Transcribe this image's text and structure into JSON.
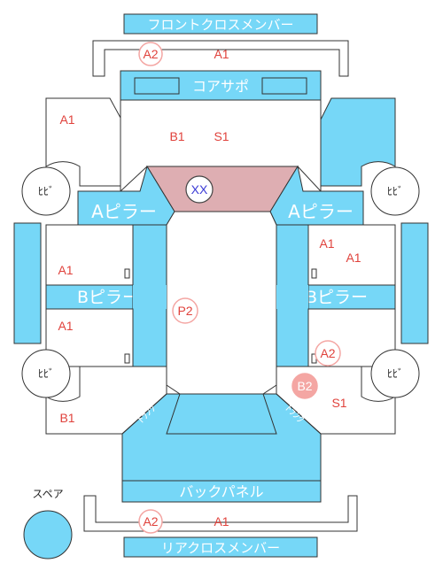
{
  "parts": {
    "front_cross_member": "フロントクロスメンバー",
    "core_support": "コアサポ",
    "a_pillar_left": "Aピラー",
    "a_pillar_right": "Aピラー",
    "b_pillar_left": "Bピラー",
    "b_pillar_right": "Bピラー",
    "back_panel": "バックパネル",
    "rear_cross_member": "リアクロスメンバー",
    "trunk_left": "ﾄﾗﾝｸ",
    "trunk_right": "ﾄﾗﾝｸ",
    "spare": "スペア",
    "roof_marker": "XX"
  },
  "wheels": {
    "front_left": "ﾋﾋﾞ",
    "front_right": "ﾋﾋﾞ",
    "rear_left": "ﾋﾋﾞ",
    "rear_right": "ﾋﾋﾞ"
  },
  "codes": {
    "front_a2": "A2",
    "front_a1": "A1",
    "hood_left_a1": "A1",
    "hood_b1": "B1",
    "hood_s1": "S1",
    "left_door_front_a1": "A1",
    "left_door_rear_a1": "A1",
    "right_door_a1_upper": "A1",
    "right_door_a1_lower": "A1",
    "center_p2": "P2",
    "right_door_rear_a2": "A2",
    "right_rear_b2": "B2",
    "right_rear_s1": "S1",
    "left_rear_b1": "B1",
    "rear_a2": "A2",
    "rear_a1": "A1"
  },
  "colors": {
    "panel_fill": "#76d7f7",
    "panel_stroke": "#333333",
    "roof_fill": "#deaeb2",
    "code_red": "#e0423c",
    "circle_pink": "#f4a6a3",
    "marker_blue": "#3b3bd6"
  }
}
